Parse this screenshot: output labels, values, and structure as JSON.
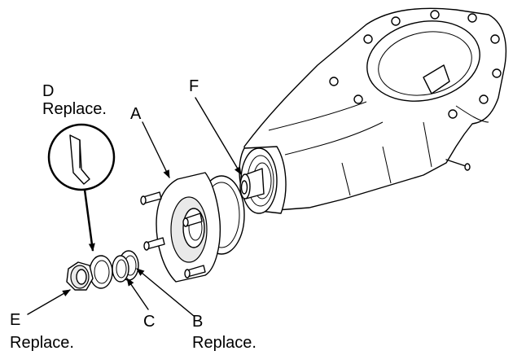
{
  "labels": {
    "a": {
      "letter": "A"
    },
    "b": {
      "letter": "B",
      "note": "Replace."
    },
    "c": {
      "letter": "C"
    },
    "d": {
      "letter": "D",
      "note": "Replace."
    },
    "e": {
      "letter": "E",
      "note": "Replace."
    },
    "f": {
      "letter": "F"
    }
  }
}
